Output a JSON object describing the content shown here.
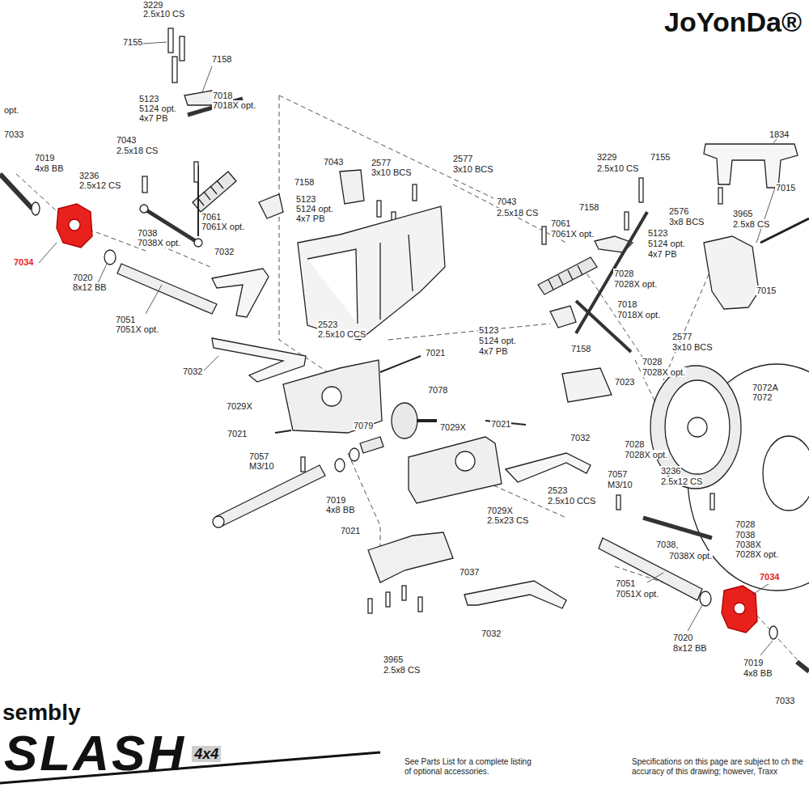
{
  "diagram": {
    "labels": [
      "JoYonDa®",
      "3229",
      "2.5x10 CS",
      "7155",
      "7158",
      "5123",
      "5124 opt.",
      "4x7 PB",
      "7018",
      "7018X opt.",
      "opt.",
      "7033",
      "7043",
      "2.5x18 CS",
      "7019",
      "4x8 BB",
      "3236",
      "2.5x12 CS",
      "7043",
      "2577",
      "3x10 BCS",
      "2577",
      "3x10 BCS",
      "7158",
      "5123",
      "5124 opt.",
      "4x7 PB",
      "7061",
      "7061X opt.",
      "7038",
      "7038X opt.",
      "7032",
      "7034",
      "7020",
      "8x12 BB",
      "7051",
      "7051X opt.",
      "2523",
      "2.5x10 CCS",
      "7021",
      "7032",
      "7078",
      "7029X",
      "7079",
      "7029X",
      "7021",
      "7021",
      "7057",
      "M3/10",
      "7019",
      "4x8 BB",
      "7029X",
      "2.5x23 CS",
      "7021",
      "7037",
      "7032",
      "3965",
      "2.5x8 CS",
      "3229",
      "2.5x10 CS",
      "7155",
      "1834",
      "7015",
      "7043",
      "2.5x18 CS",
      "7158",
      "2576",
      "3x8 BCS",
      "3965",
      "2.5x8 CS",
      "7061",
      "7061X opt.",
      "5123",
      "5124 opt.",
      "4x7 PB",
      "7028",
      "7028X opt.",
      "7015",
      "7018",
      "7018X opt.",
      "5123",
      "5124 opt.",
      "4x7 PB",
      "2577",
      "3x10 BCS",
      "7158",
      "7028",
      "7028X opt.",
      "7023",
      "7072A",
      "7072",
      "7032",
      "7028",
      "7028X opt.",
      "3236",
      "2.5x12 CS",
      "7057",
      "M3/10",
      "2523",
      "2.5x10 CCS",
      "7028",
      "7038",
      "7038X",
      "7028X opt.",
      "7038,",
      "7038X opt.",
      "7034",
      "7051",
      "7051X opt.",
      "7020",
      "8x12 BB",
      "7019",
      "4x8 BB",
      "7033",
      "sembly",
      "SLASH",
      "4x4",
      "See Parts List for a complete listing of optional accessories.",
      "Specifications on this page are subject to ch the accuracy of this drawing; however, Traxx"
    ]
  }
}
